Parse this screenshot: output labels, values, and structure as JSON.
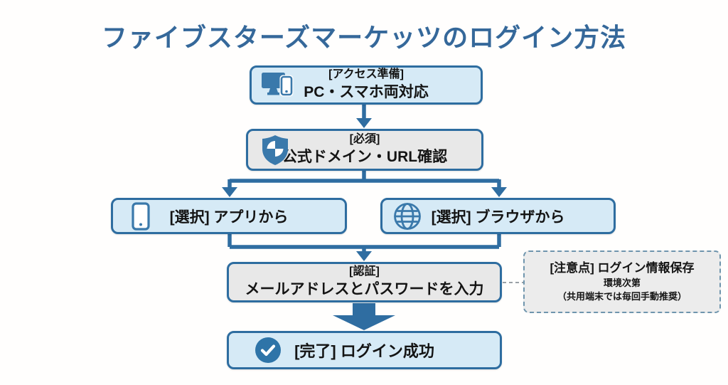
{
  "title": "ファイブスターズマーケッツのログイン方法",
  "colors": {
    "accent_blue": "#2f6da1",
    "title_blue": "#35689a",
    "light_blue_fill": "#d6eaf6",
    "gray_fill": "#e8e8e8",
    "note_fill": "#ececec",
    "text": "#141414"
  },
  "flow": {
    "access": {
      "tag": "[アクセス準備]",
      "label": "PC・スマホ両対応",
      "icon": "devices-icon"
    },
    "required": {
      "tag": "[必須]",
      "label": "公式ドメイン・URL確認",
      "icon": "shield-icon"
    },
    "branch_app": {
      "label": "[選択] アプリから",
      "icon": "smartphone-icon"
    },
    "branch_browser": {
      "label": "[選択] ブラウザから",
      "icon": "globe-icon"
    },
    "auth": {
      "tag": "[認証]",
      "label": "メールアドレスとパスワードを入力"
    },
    "note": {
      "title": "[注意点] ログイン情報保存",
      "line1": "環境次第",
      "line2": "（共用端末では毎回手動推奨）"
    },
    "done": {
      "label": "[完了] ログイン成功",
      "icon": "check-circle-icon"
    }
  }
}
